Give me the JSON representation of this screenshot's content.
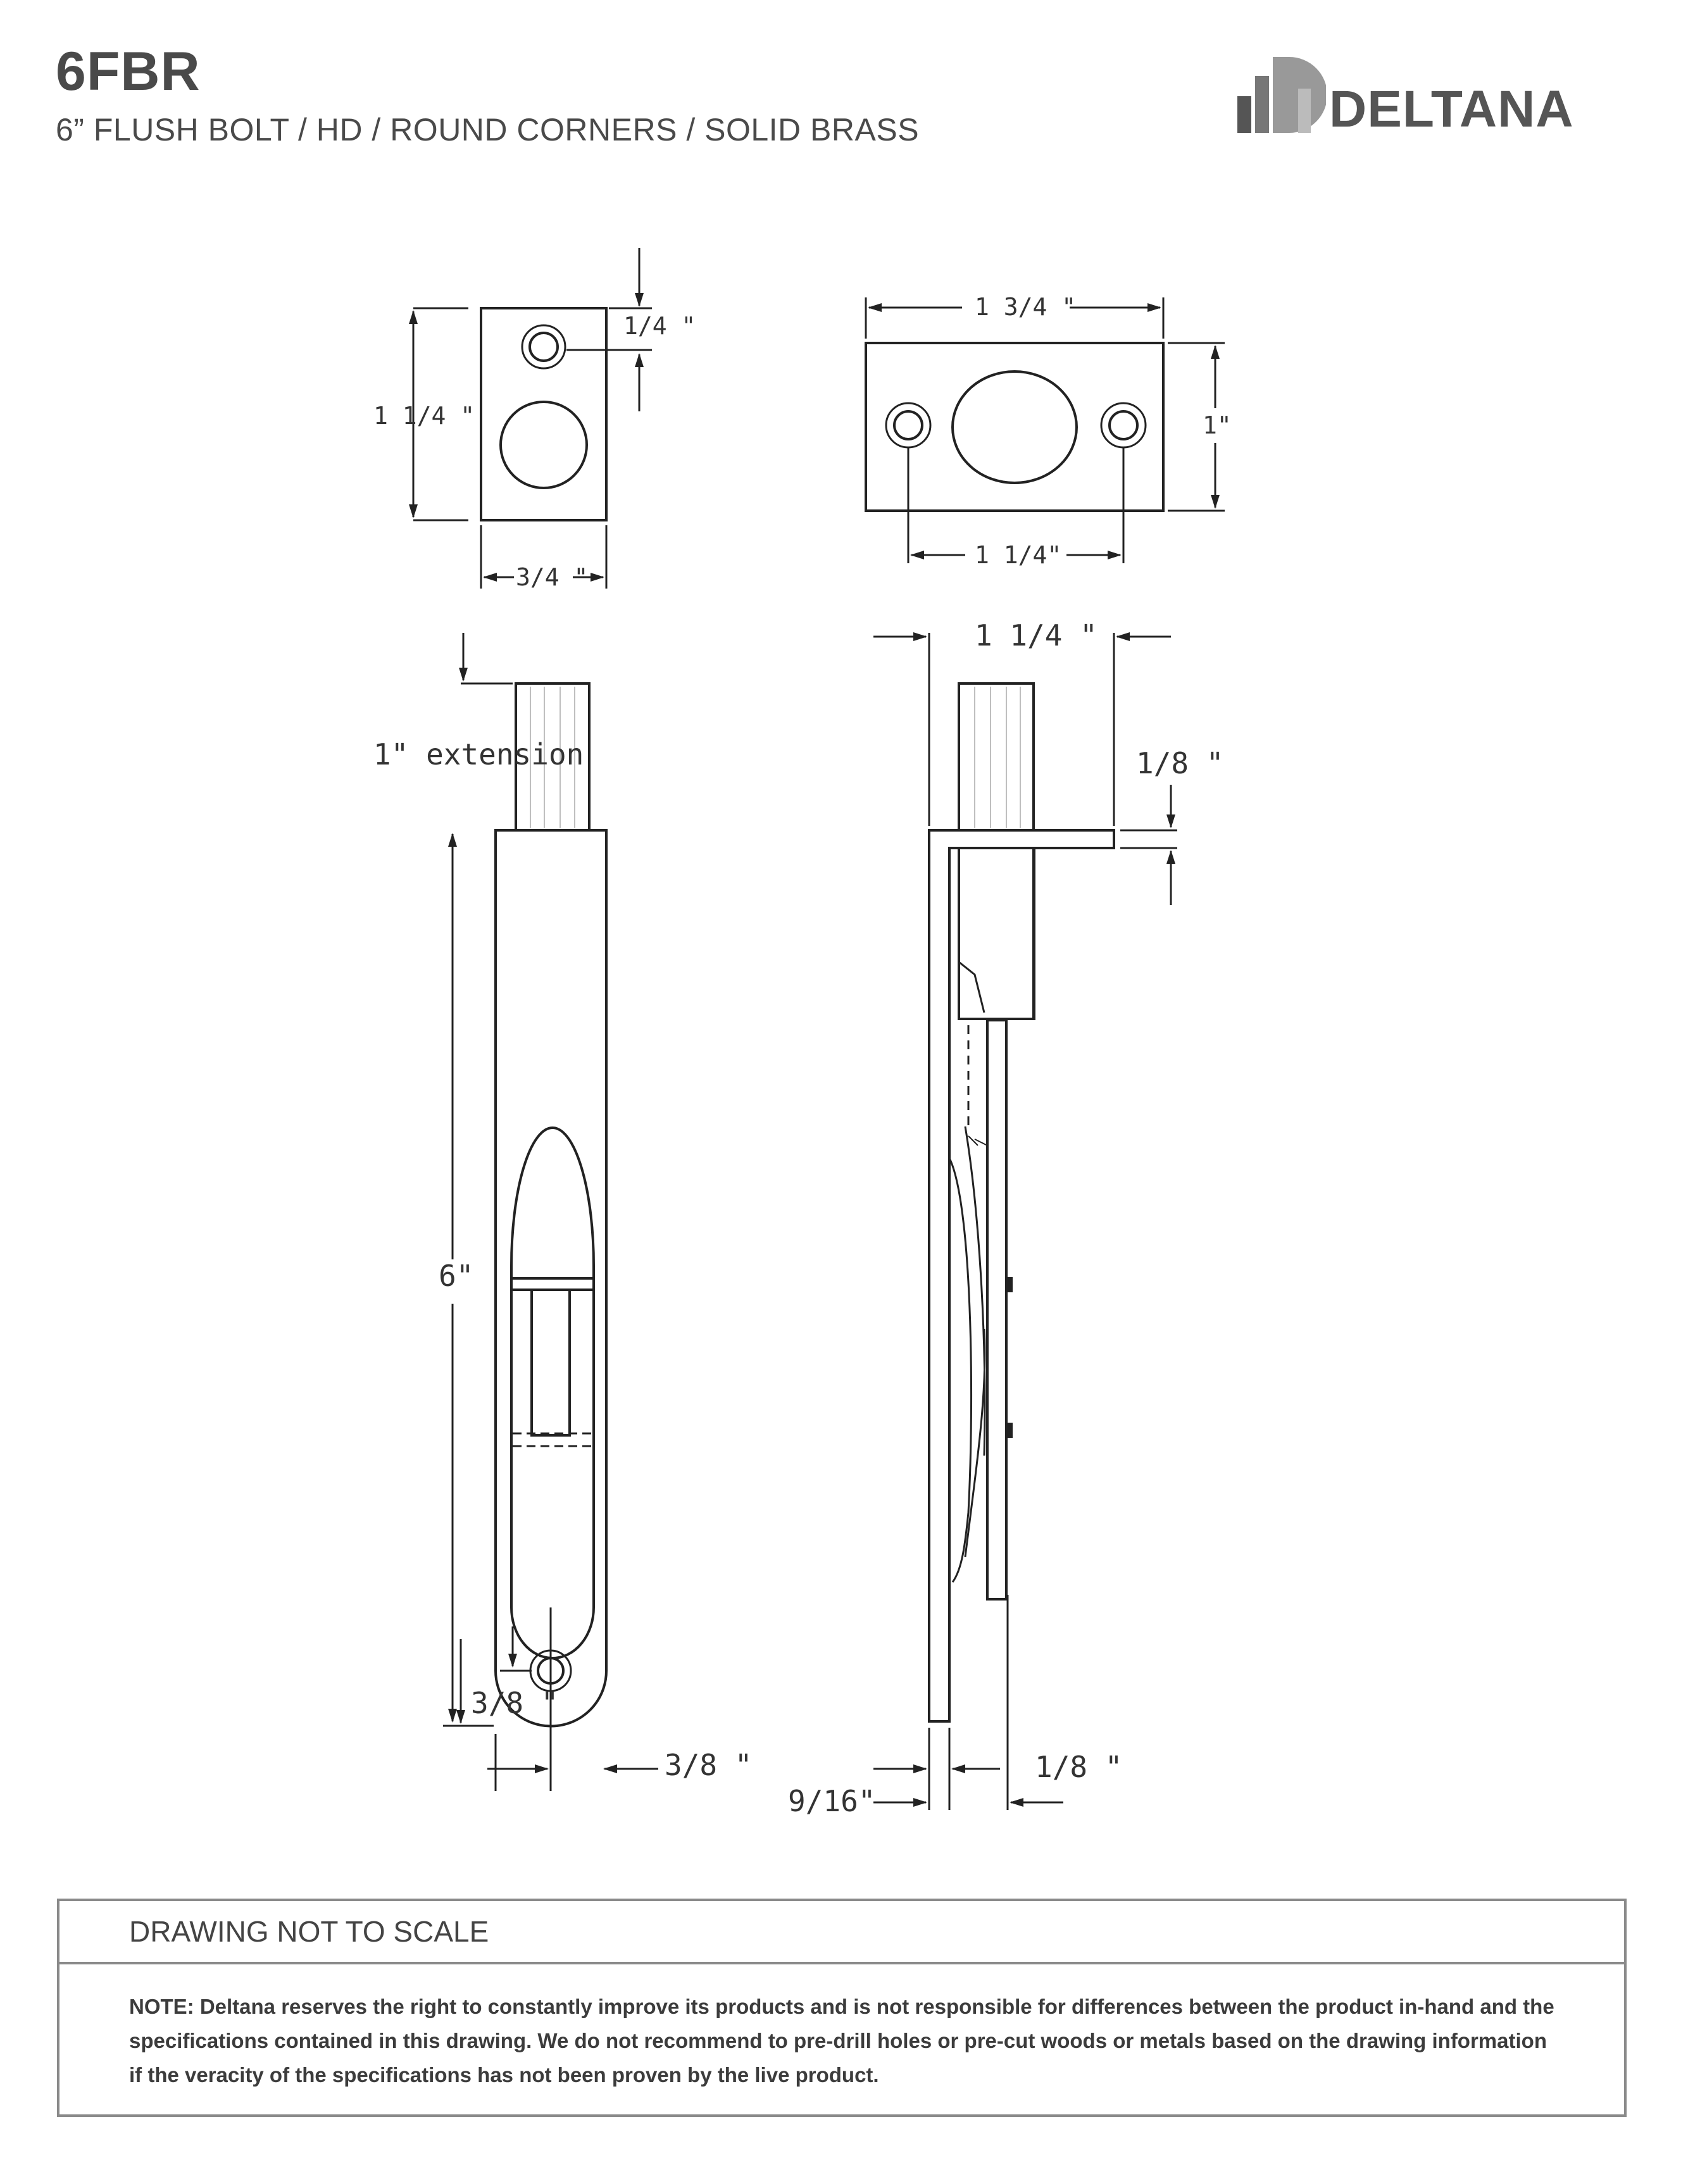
{
  "header": {
    "model": "6FBR",
    "subtitle": "6” FLUSH BOLT / HD / ROUND CORNERS / SOLID BRASS",
    "brand": "DELTANA"
  },
  "dimensions": {
    "strike_small_hole_offset": "1/4 \"",
    "strike_small_height": "1 1/4 \"",
    "strike_small_width": "3/4 \"",
    "strike_large_width": "1 3/4 \"",
    "strike_large_height": "1\"",
    "strike_large_hole_spacing": "1 1/4\"",
    "side_width": "1 1/4 \"",
    "extension": "1\" extension",
    "flange_thickness": "1/8 \"",
    "body_length": "6\"",
    "screw_offset": "3/8 \"",
    "screw_edge": "3/8 \"",
    "face_thickness": "1/8 \"",
    "depth": "9/16\""
  },
  "note": {
    "heading": "DRAWING NOT TO SCALE",
    "text": "NOTE: Deltana reserves the right to constantly improve its products and is not responsible for differences between the product in-hand and the specifications contained in this drawing. We do not recommend to pre-drill holes or pre-cut woods or metals based on the drawing information if the veracity of the specifications has not been proven by the live product."
  }
}
